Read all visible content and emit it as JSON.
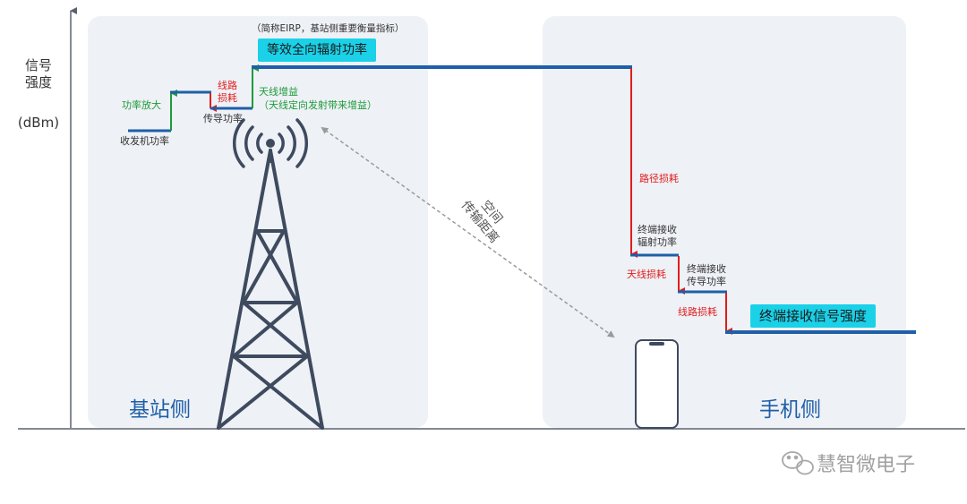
{
  "y_axis": {
    "title_line1": "信号",
    "title_line2": "强度",
    "unit": "(dBm)"
  },
  "base_station": {
    "side_label": "基站侧",
    "tx_power": "收发机功率",
    "pa_gain": "功率放大",
    "line_loss_line1": "线路",
    "line_loss_line2": "损耗",
    "conducted_power": "传导功率",
    "antenna_gain": "天线增益",
    "antenna_gain_note": "（天线定向发射带来增益）",
    "eirp_note": "（简称EIRP，基站侧重要衡量指标）",
    "eirp_label": "等效全向辐射功率"
  },
  "space": {
    "line1": "空间",
    "line2": "传输距离"
  },
  "terminal": {
    "side_label": "手机侧",
    "path_loss": "路径损耗",
    "radiated_power_line1": "终端接收",
    "radiated_power_line2": "辐射功率",
    "antenna_loss": "天线损耗",
    "conducted_power_line1": "终端接收",
    "conducted_power_line2": "传导功率",
    "line_loss": "线路损耗",
    "rx_strength": "终端接收信号强度"
  },
  "watermark": "慧智微电子",
  "colors": {
    "gain": "#1e9b3a",
    "loss": "#e11d1d",
    "level": "#1e5fa8",
    "callout": "#1ad1e8"
  }
}
